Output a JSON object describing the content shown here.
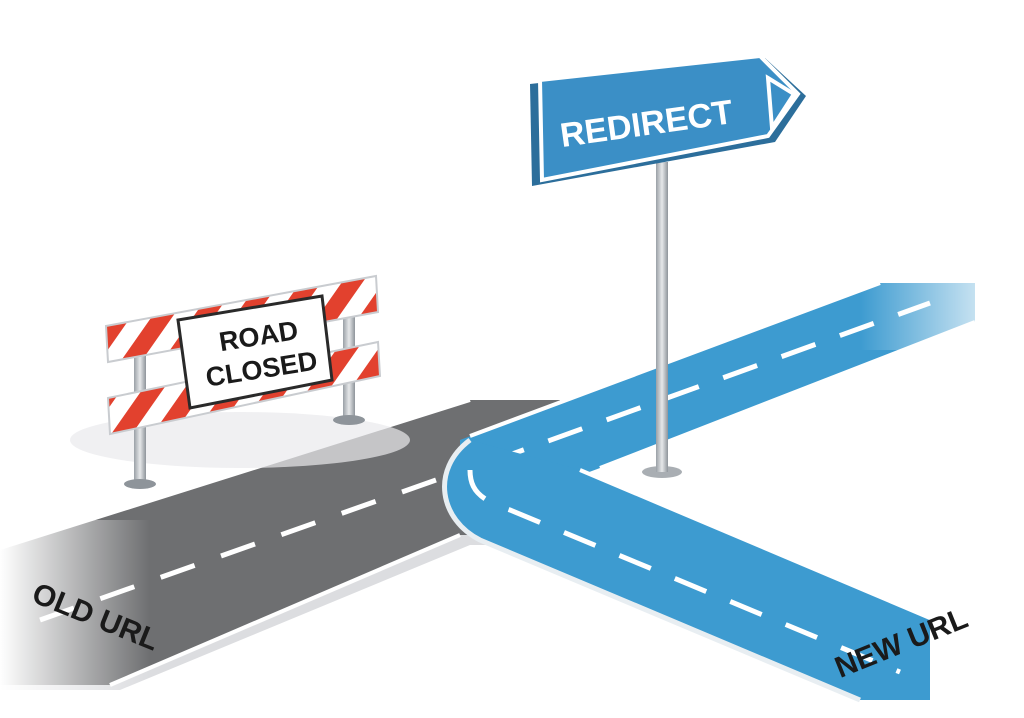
{
  "sign": {
    "label": "REDIRECT"
  },
  "barrier": {
    "line1": "ROAD",
    "line2": "CLOSED"
  },
  "labels": {
    "old_url": "OLD URL",
    "new_url": "NEW URL"
  },
  "colors": {
    "old_road": "#6e6f71",
    "new_road": "#3d9bd0",
    "sign_blue": "#3b8fc6",
    "barrier_red": "#e2412e",
    "lane_dash": "#ffffff"
  }
}
